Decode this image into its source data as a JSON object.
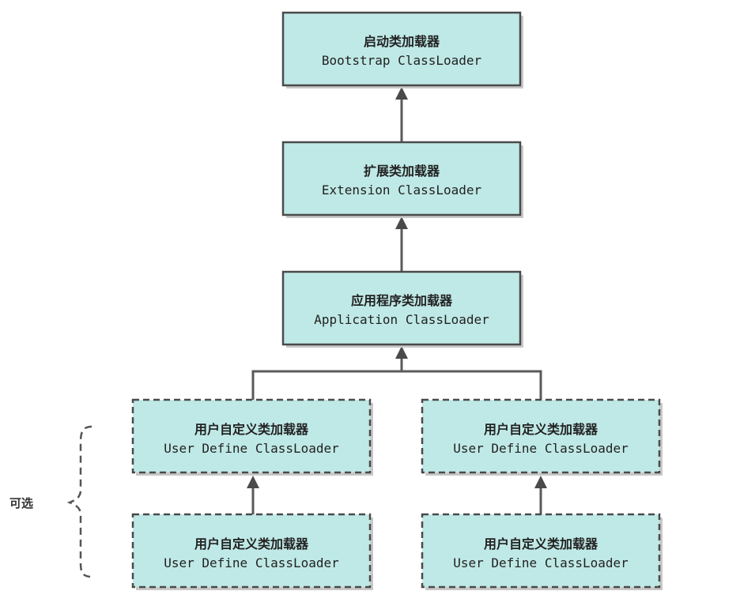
{
  "nodes": {
    "bootstrap": {
      "cn": "启动类加载器",
      "en": "Bootstrap ClassLoader"
    },
    "extension": {
      "cn": "扩展类加载器",
      "en": "Extension ClassLoader"
    },
    "application": {
      "cn": "应用程序类加载器",
      "en": "Application ClassLoader"
    },
    "user_left_top": {
      "cn": "用户自定义类加载器",
      "en": "User Define ClassLoader"
    },
    "user_right_top": {
      "cn": "用户自定义类加载器",
      "en": "User Define ClassLoader"
    },
    "user_left_bottom": {
      "cn": "用户自定义类加载器",
      "en": "User Define ClassLoader"
    },
    "user_right_bottom": {
      "cn": "用户自定义类加载器",
      "en": "User Define ClassLoader"
    }
  },
  "brace_label": "可选",
  "colors": {
    "box_fill": "#bfe9e6",
    "box_stroke": "#4a4a4a",
    "edge": "#5a5a5a"
  }
}
